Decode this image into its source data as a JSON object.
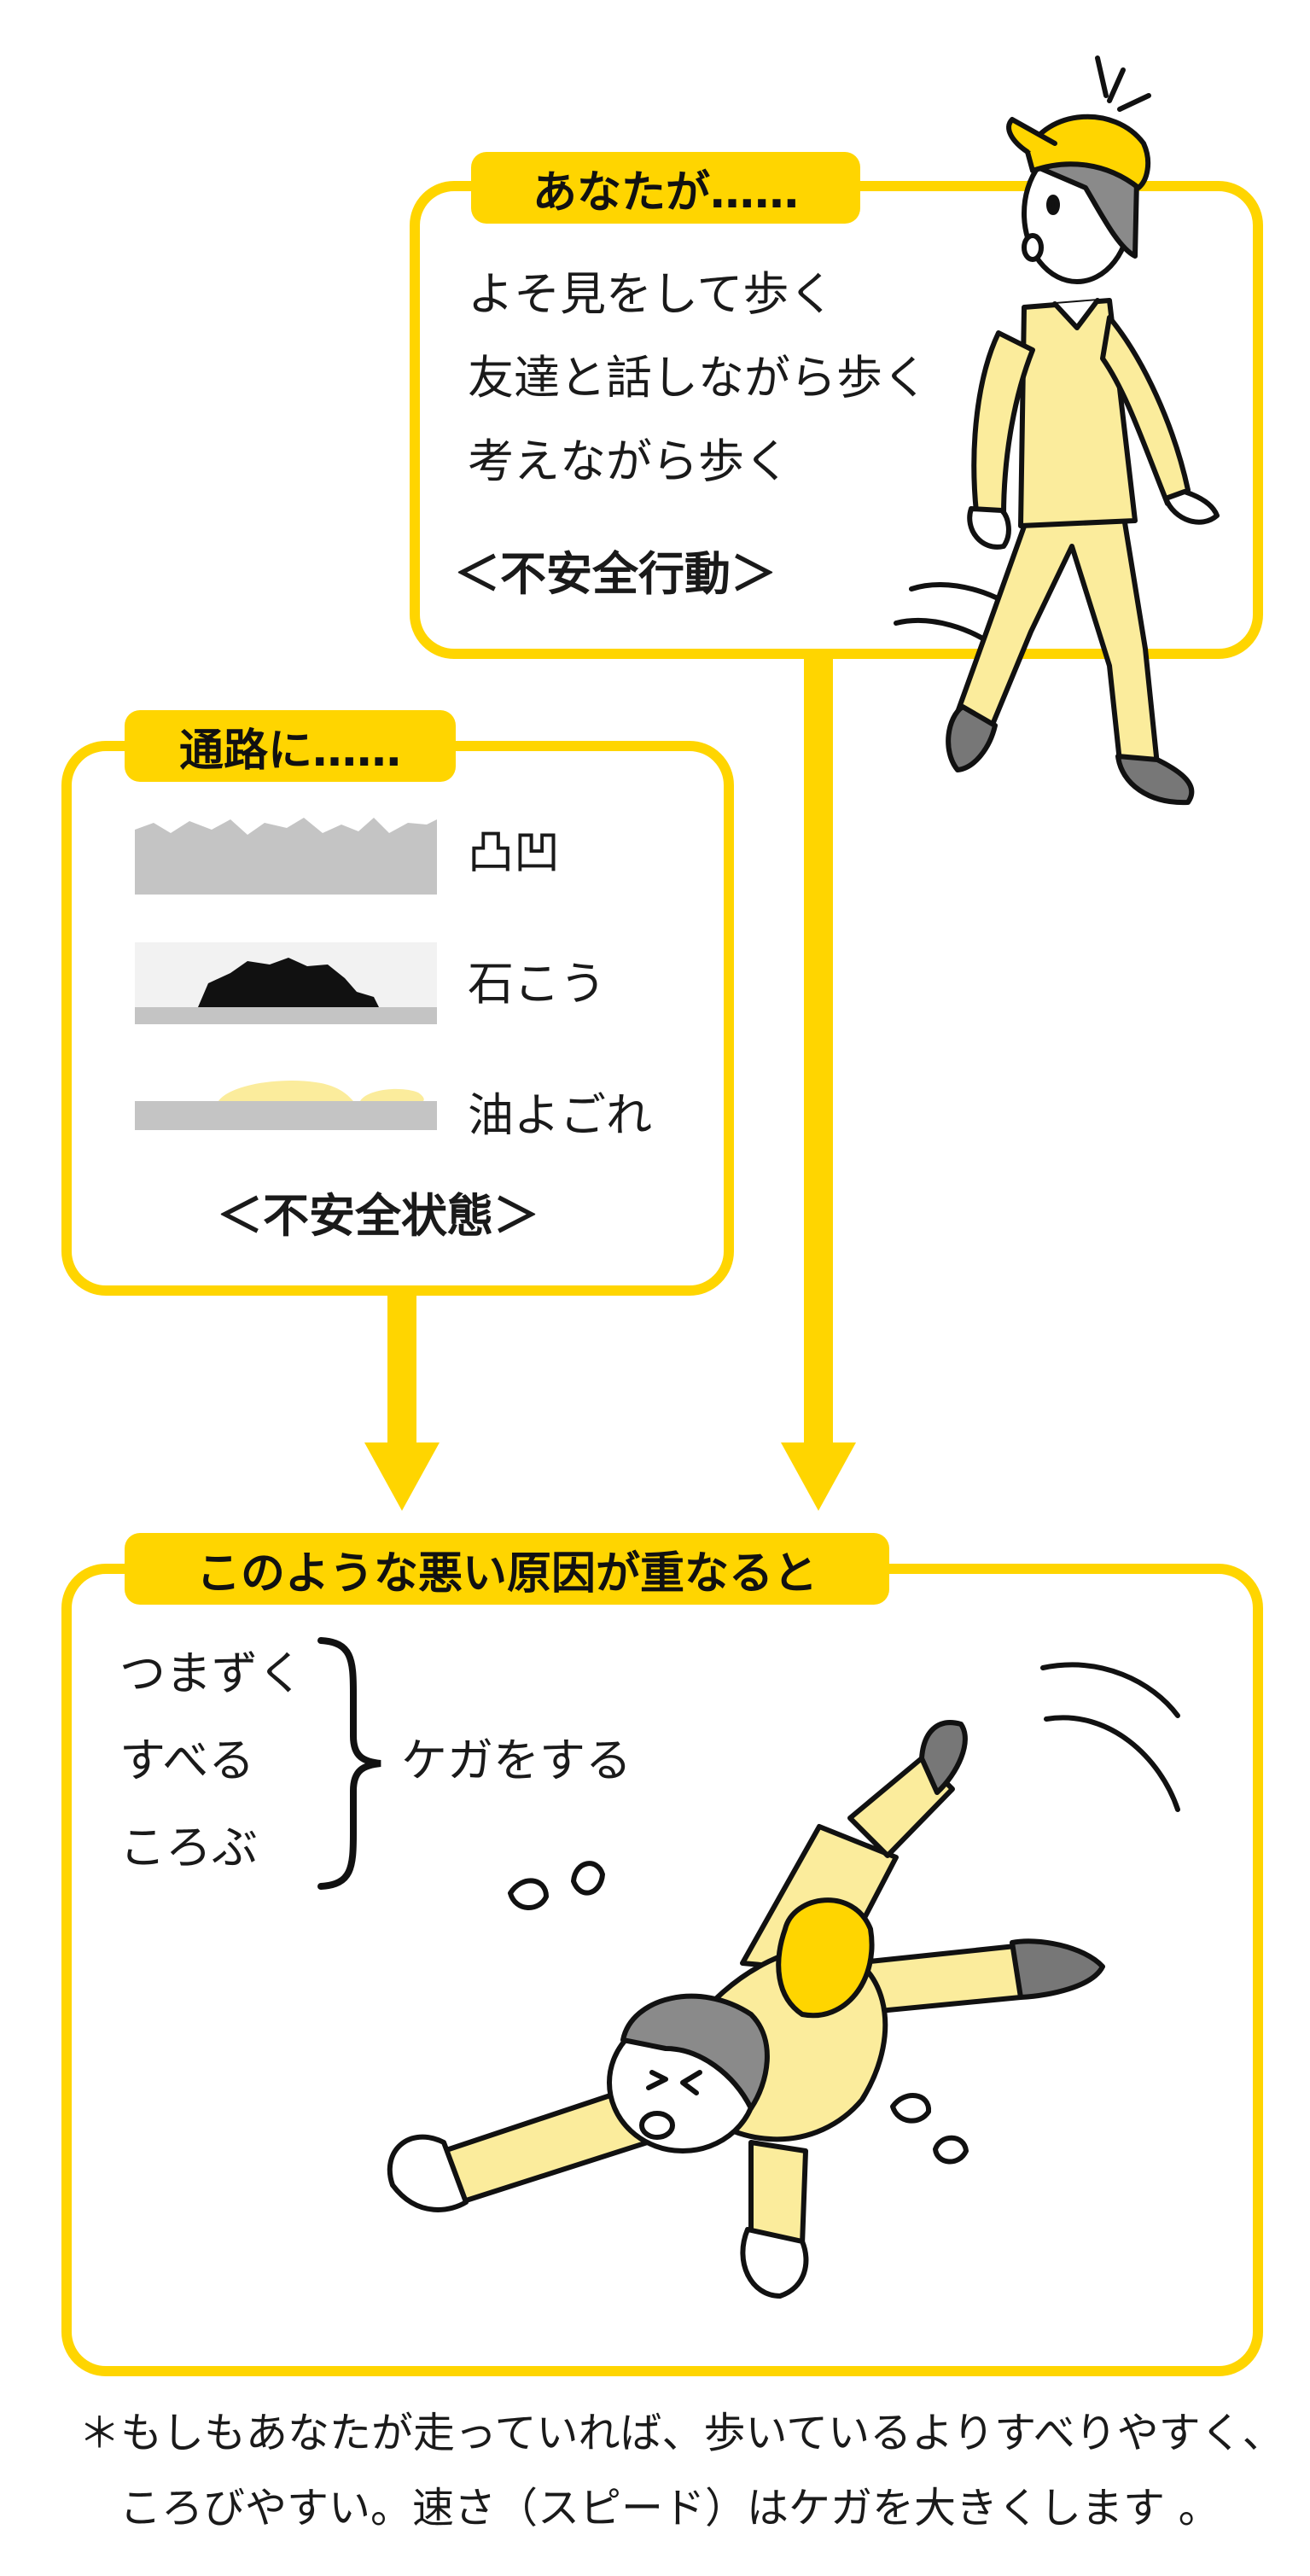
{
  "you_box": {
    "tag": "あなたが……",
    "lines": [
      "よそ見をして歩く",
      "友達と話しながら歩く",
      "考えながら歩く"
    ],
    "category": "＜不安全行動＞"
  },
  "path_box": {
    "tag": "通路に……",
    "items": [
      "凸凹",
      "石こう",
      "油よごれ"
    ],
    "category": "＜不安全状態＞"
  },
  "result_box": {
    "tag": "このような悪い原因が重なると",
    "actions": [
      "つまずく",
      "すべる",
      "ころぶ"
    ],
    "outcome": "ケガをする"
  },
  "footnote": {
    "line1": "＊もしもあなたが走っていれば、歩いているよりすべりやすく、",
    "line2": "ころびやすい。速さ（スピード）はケガを大きくします 。"
  },
  "colors": {
    "accent": "#ffd500",
    "figure_fill": "#fbec9c",
    "hazard_gray": "#c4c4c4",
    "hair_gray": "#8a8a8a"
  }
}
